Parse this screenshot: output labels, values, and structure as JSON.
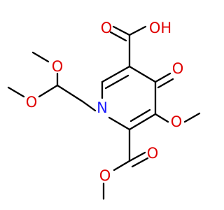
{
  "molecule": {
    "atoms": {
      "acid_oh": {
        "symbol": "OH",
        "color": "#e00000"
      },
      "acid_o_dbl": {
        "symbol": "O",
        "color": "#e00000"
      },
      "keto_o": {
        "symbol": "O",
        "color": "#e00000"
      },
      "methoxy_o": {
        "symbol": "O",
        "color": "#e00000"
      },
      "ring_n": {
        "symbol": "N",
        "color": "#1a1aff"
      },
      "ester_o_dbl": {
        "symbol": "O",
        "color": "#e00000"
      },
      "ester_o": {
        "symbol": "O",
        "color": "#e00000"
      },
      "acetal_o_top": {
        "symbol": "O",
        "color": "#e00000"
      },
      "acetal_o_bottom": {
        "symbol": "O",
        "color": "#e00000"
      }
    },
    "bond_color": "#000000"
  }
}
